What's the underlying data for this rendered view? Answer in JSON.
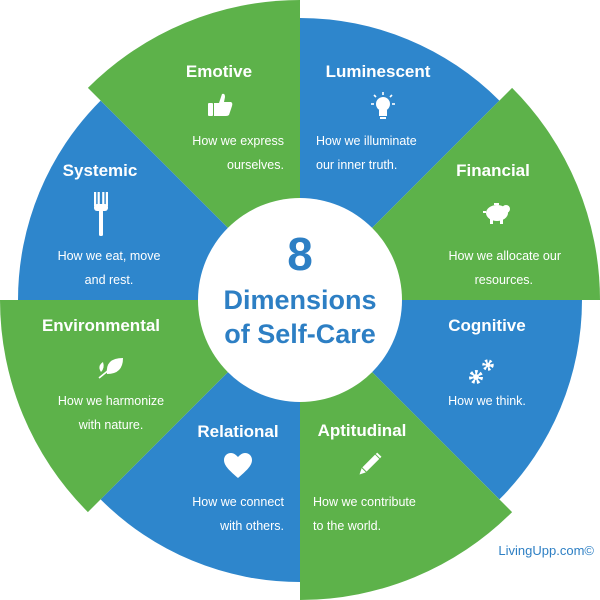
{
  "colors": {
    "green": "#5db24a",
    "blue": "#2e86cc",
    "center_text": "#2d7fc4",
    "white": "#ffffff"
  },
  "center": {
    "number": "8",
    "line1": "Dimensions",
    "line2": "of Self-Care"
  },
  "credit": "LivingUpp.com©",
  "segments": [
    {
      "title": "Emotive",
      "icon": "thumbs-up-icon",
      "desc1": "How we express",
      "desc2": "ourselves."
    },
    {
      "title": "Luminescent",
      "icon": "lightbulb-icon",
      "desc1": "How we illuminate",
      "desc2": "our inner truth."
    },
    {
      "title": "Financial",
      "icon": "piggy-bank-icon",
      "desc1": "How we allocate our",
      "desc2": "resources."
    },
    {
      "title": "Cognitive",
      "icon": "gears-icon",
      "desc1": "How we think.",
      "desc2": ""
    },
    {
      "title": "Aptitudinal",
      "icon": "pencil-icon",
      "desc1": "How we contribute",
      "desc2": "to the world."
    },
    {
      "title": "Relational",
      "icon": "heart-icon",
      "desc1": "How we connect",
      "desc2": "with others."
    },
    {
      "title": "Environmental",
      "icon": "leaf-icon",
      "desc1": "How we harmonize",
      "desc2": "with nature."
    },
    {
      "title": "Systemic",
      "icon": "fork-icon",
      "desc1": "How we eat, move",
      "desc2": "and rest."
    }
  ]
}
